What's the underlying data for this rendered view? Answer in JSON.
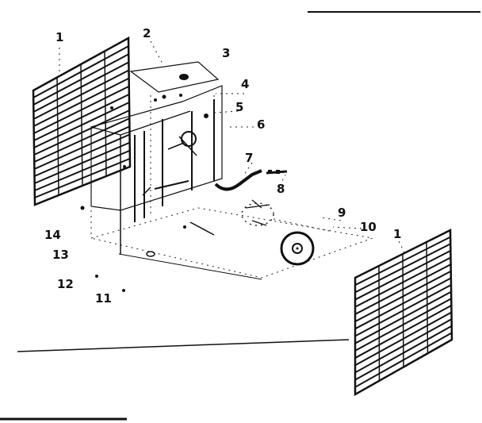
{
  "diagram": {
    "callouts": [
      {
        "id": "c1a",
        "text": "1"
      },
      {
        "id": "c2",
        "text": "2"
      },
      {
        "id": "c3",
        "text": "3"
      },
      {
        "id": "c4",
        "text": "4"
      },
      {
        "id": "c5",
        "text": "5"
      },
      {
        "id": "c6",
        "text": "6"
      },
      {
        "id": "c7",
        "text": "7"
      },
      {
        "id": "c8",
        "text": "8"
      },
      {
        "id": "c9",
        "text": "9"
      },
      {
        "id": "c10",
        "text": "10"
      },
      {
        "id": "c1b",
        "text": "1"
      },
      {
        "id": "c14",
        "text": "14"
      },
      {
        "id": "c13",
        "text": "13"
      },
      {
        "id": "c12",
        "text": "12"
      },
      {
        "id": "c11",
        "text": "11"
      }
    ],
    "colors": {
      "ink": "#111111",
      "paper": "#ffffff"
    }
  }
}
